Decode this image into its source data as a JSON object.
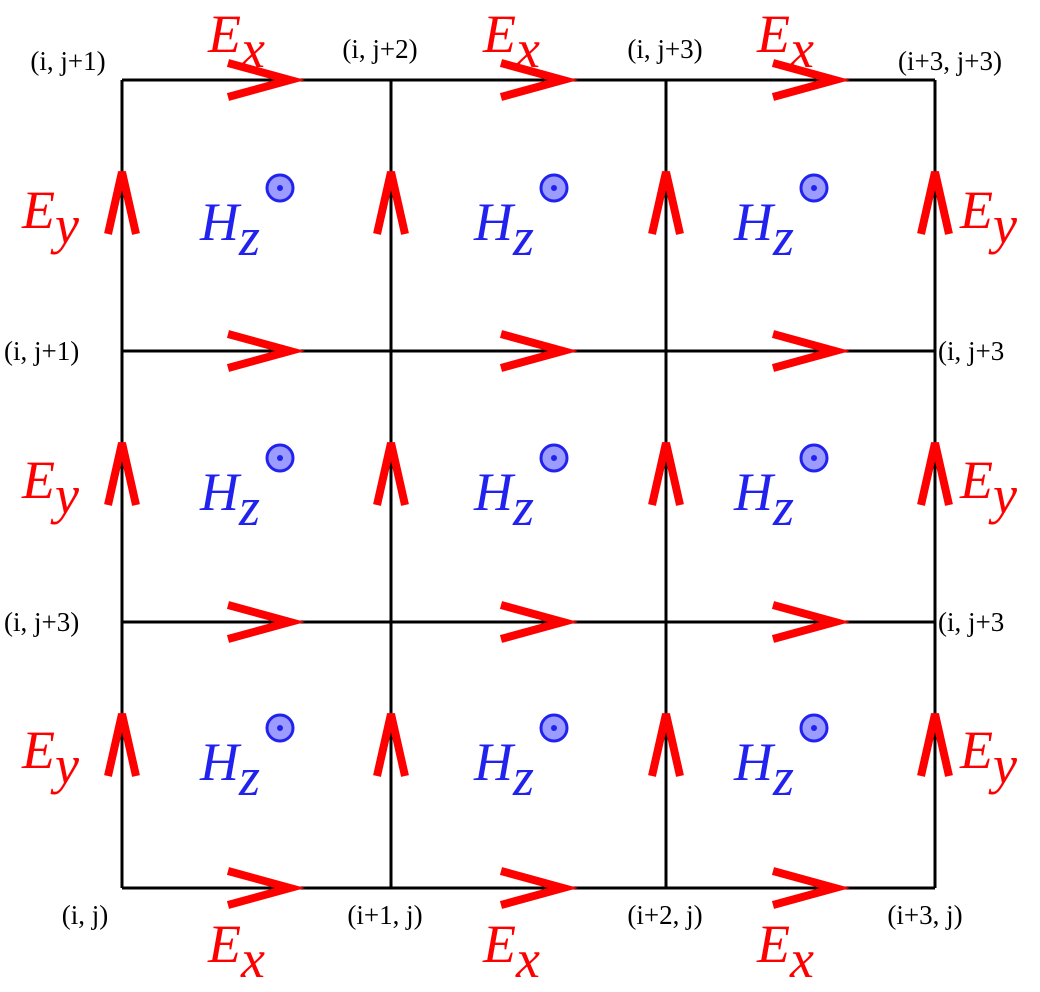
{
  "colors": {
    "e_field": "#ff0000",
    "h_field": "#2222ee",
    "grid": "#000000",
    "h_dot_fill": "#9c9cff"
  },
  "node_labels": {
    "top": [
      "(i, j+1)",
      "(i, j+2)",
      "(i, j+3)",
      "(i+3, j+3)"
    ],
    "row2_left": "(i, j+1)",
    "row2_right": "(i, j+3",
    "row3_left": "(i, j+3)",
    "row3_right": "(i, j+3",
    "bottom": [
      "(i, j)",
      "(i+1, j)",
      "(i+2, j)",
      "(i+3, j)"
    ]
  },
  "fields": {
    "ex": {
      "base": "E",
      "sub": "x"
    },
    "ey": {
      "base": "E",
      "sub": "y"
    },
    "hz": {
      "base": "H",
      "sub": "z"
    }
  }
}
